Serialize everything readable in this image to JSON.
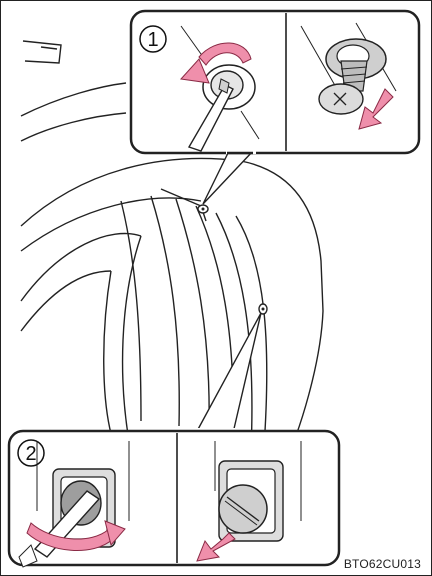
{
  "figure": {
    "code": "BTO62CU013",
    "steps": [
      {
        "number": "1"
      },
      {
        "number": "2"
      }
    ],
    "colors": {
      "arrow_fill": "#ef8fab",
      "arrow_stroke": "#8a2a45",
      "line": "#222222",
      "screw_gray": "#cfcfcf",
      "panel_gray": "#dedede"
    }
  }
}
